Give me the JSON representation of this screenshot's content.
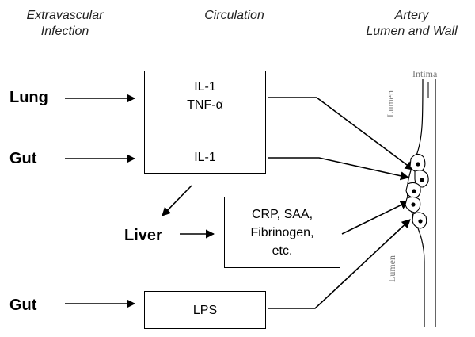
{
  "headers": {
    "extravascular": [
      "Extravascular",
      "Infection"
    ],
    "circulation": "Circulation",
    "artery": [
      "Artery",
      "Lumen and Wall"
    ]
  },
  "organs": {
    "lung": "Lung",
    "gut_top": "Gut",
    "liver": "Liver",
    "gut_bottom": "Gut"
  },
  "boxes": {
    "cytokines_lung": [
      "IL-1",
      "TNF-α"
    ],
    "cytokines_gut": "IL-1",
    "acute_phase": [
      "CRP, SAA,",
      "Fibrinogen,",
      "etc."
    ],
    "lps": "LPS"
  },
  "vessel_labels": {
    "intima": "Intima",
    "lumen_top": "Lumen",
    "lumen_bottom": "Lumen"
  }
}
